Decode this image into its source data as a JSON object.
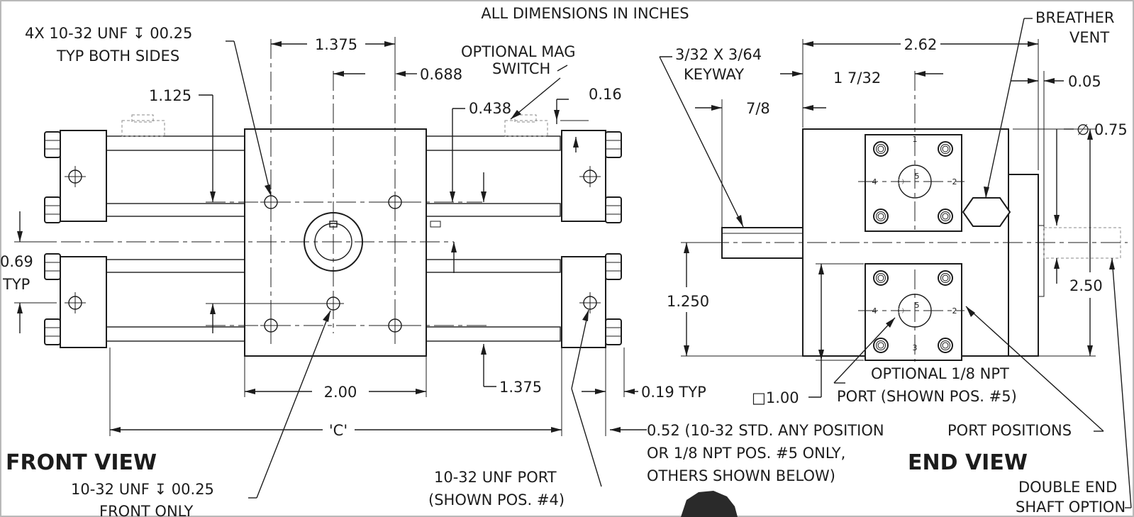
{
  "drawing": {
    "note": "ALL DIMENSIONS IN INCHES",
    "views": {
      "front": "FRONT VIEW",
      "end": "END VIEW"
    },
    "callouts": {
      "mount_holes": [
        "4X 10-32 UNF ↧ 00.25",
        "TYP BOTH SIDES"
      ],
      "mag_switch": [
        "OPTIONAL MAG",
        "SWITCH"
      ],
      "front_hole": [
        "10-32 UNF ↧ 00.25",
        "FRONT ONLY"
      ],
      "port_front": [
        "10-32 UNF  PORT",
        "(SHOWN POS. #4)"
      ],
      "port_end": [
        "0.52 (10-32 STD. ANY POSITION",
        "OR 1/8 NPT POS. #5 ONLY,",
        "OTHERS SHOWN BELOW)"
      ],
      "keyway": [
        "3/32 X 3/64",
        "KEYWAY"
      ],
      "breather": [
        "BREATHER",
        "VENT"
      ],
      "npt_port": [
        "OPTIONAL 1/8 NPT",
        "PORT (SHOWN POS. #5)"
      ],
      "port_positions": "PORT POSITIONS",
      "double_end": [
        "DOUBLE END",
        "SHAFT OPTION"
      ]
    },
    "dimensions": {
      "d1375_top": "1.375",
      "d0688": "0.688",
      "d1125": "1.125",
      "d0438": "0.438",
      "d016": "0.16",
      "d069": [
        "0.69",
        "TYP"
      ],
      "d200": "2.00",
      "d1375_bottom": "1.375",
      "d019": "0.19 TYP",
      "dC": "'C'",
      "d262": "2.62",
      "d1_7_32": "1 7/32",
      "d7_8": "7/8",
      "d005": "0.05",
      "d075": "∅ 0.75",
      "d1250": "1.250",
      "d250": "2.50",
      "d100": "□1.00"
    },
    "port_numbers": {
      "upper": [
        "1",
        "2",
        "4",
        "5"
      ],
      "lower": [
        "2",
        "3",
        "4",
        "5"
      ]
    }
  }
}
